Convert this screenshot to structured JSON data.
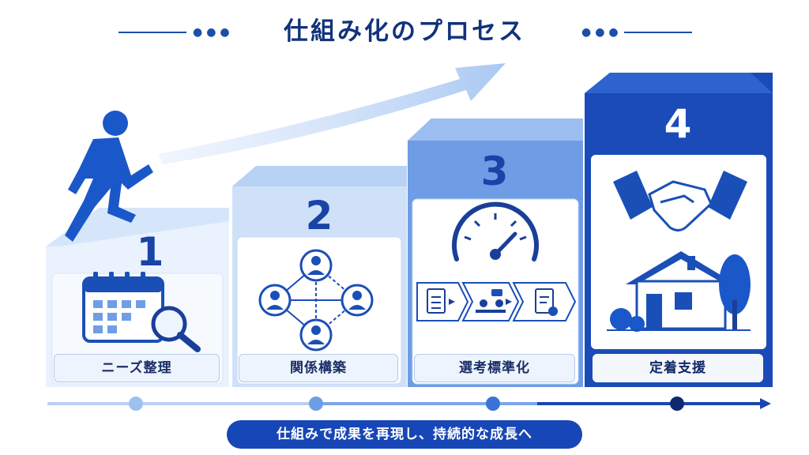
{
  "title": "仕組み化のプロセス",
  "steps": [
    {
      "number": "1",
      "label": "ニーズ整理",
      "icon": "calendar-magnifier-icon"
    },
    {
      "number": "2",
      "label": "関係構築",
      "icon": "people-network-icon"
    },
    {
      "number": "3",
      "label": "選考標準化",
      "icon": "gauge-flow-icon"
    },
    {
      "number": "4",
      "label": "定着支援",
      "icon": "handshake-house-icon"
    }
  ],
  "footer": "仕組みで成果を再現し、持続的な成長へ",
  "colors": {
    "navy": "#12327a",
    "accent": "#1746b6",
    "light": "#cfe0f7",
    "dark_step": "#1a4bb8"
  }
}
